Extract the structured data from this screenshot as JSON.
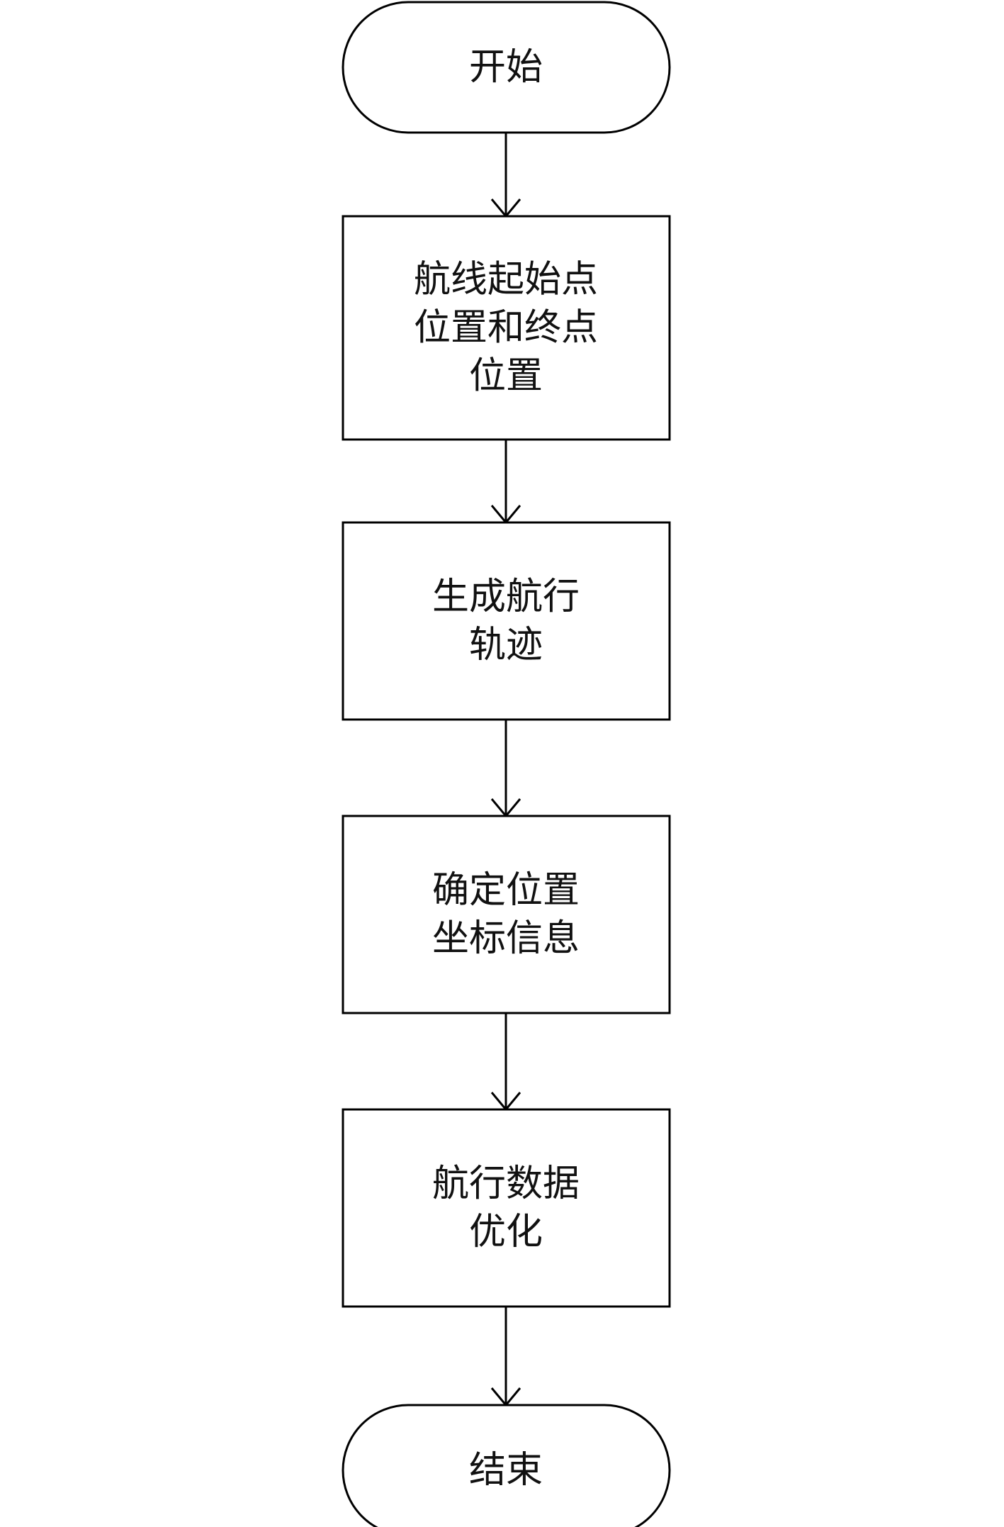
{
  "flowchart": {
    "nodes": [
      {
        "id": "start",
        "shape": "terminal",
        "lines": [
          "开始"
        ]
      },
      {
        "id": "route-points",
        "shape": "process",
        "lines": [
          "航线起始点",
          "位置和终点",
          "位置"
        ]
      },
      {
        "id": "generate-track",
        "shape": "process",
        "lines": [
          "生成航行",
          "轨迹"
        ]
      },
      {
        "id": "determine-coords",
        "shape": "process",
        "lines": [
          "确定位置",
          "坐标信息"
        ]
      },
      {
        "id": "optimize-data",
        "shape": "process",
        "lines": [
          "航行数据",
          "优化"
        ]
      },
      {
        "id": "end",
        "shape": "terminal",
        "lines": [
          "结束"
        ]
      }
    ],
    "edges": [
      {
        "from": "start",
        "to": "route-points"
      },
      {
        "from": "route-points",
        "to": "generate-track"
      },
      {
        "from": "generate-track",
        "to": "determine-coords"
      },
      {
        "from": "determine-coords",
        "to": "optimize-data"
      },
      {
        "from": "optimize-data",
        "to": "end"
      }
    ]
  }
}
